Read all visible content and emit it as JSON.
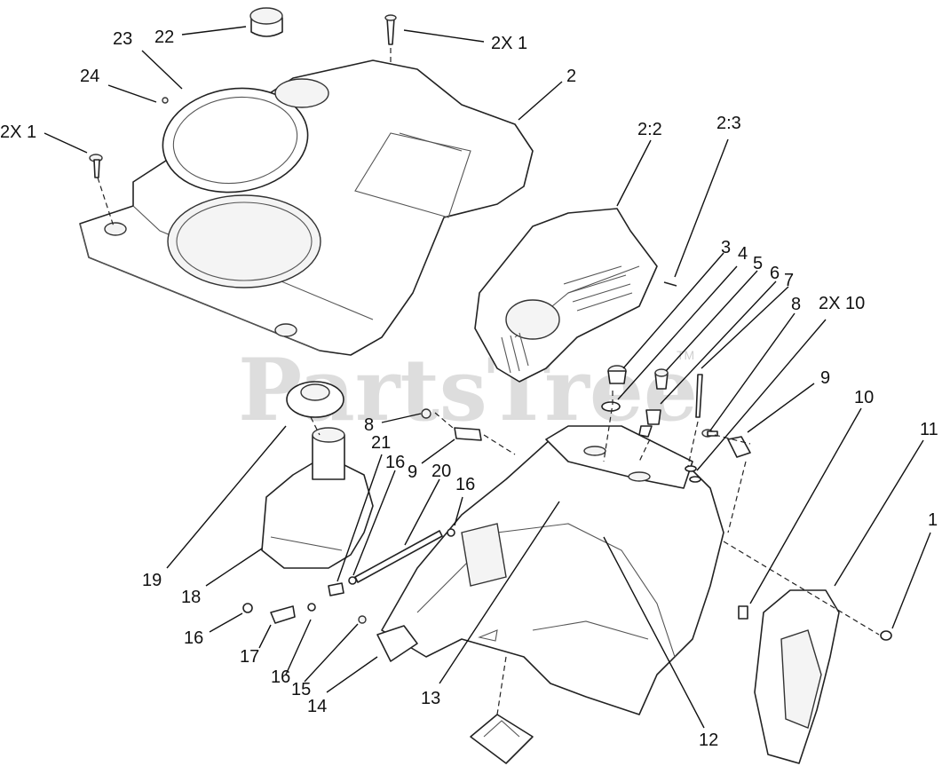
{
  "watermark": {
    "text": "PartsTree",
    "trademark": "TM"
  },
  "callouts": [
    {
      "id": "c-2x1-top",
      "text": "2X 1"
    },
    {
      "id": "c-22",
      "text": "22"
    },
    {
      "id": "c-23",
      "text": "23"
    },
    {
      "id": "c-24",
      "text": "24"
    },
    {
      "id": "c-2x1-left",
      "text": "2X 1"
    },
    {
      "id": "c-2",
      "text": "2"
    },
    {
      "id": "c-2-2",
      "text": "2:2"
    },
    {
      "id": "c-2-3",
      "text": "2:3"
    },
    {
      "id": "c-3",
      "text": "3"
    },
    {
      "id": "c-4",
      "text": "4"
    },
    {
      "id": "c-5",
      "text": "5"
    },
    {
      "id": "c-6",
      "text": "6"
    },
    {
      "id": "c-7",
      "text": "7"
    },
    {
      "id": "c-8-right",
      "text": "8"
    },
    {
      "id": "c-2x10",
      "text": "2X 10"
    },
    {
      "id": "c-9-right",
      "text": "9"
    },
    {
      "id": "c-10",
      "text": "10"
    },
    {
      "id": "c-11",
      "text": "11"
    },
    {
      "id": "c-1",
      "text": "1"
    },
    {
      "id": "c-8-left",
      "text": "8"
    },
    {
      "id": "c-21",
      "text": "21"
    },
    {
      "id": "c-16-a",
      "text": "16"
    },
    {
      "id": "c-9-left",
      "text": "9"
    },
    {
      "id": "c-20",
      "text": "20"
    },
    {
      "id": "c-16-b",
      "text": "16"
    },
    {
      "id": "c-19",
      "text": "19"
    },
    {
      "id": "c-18",
      "text": "18"
    },
    {
      "id": "c-16-c",
      "text": "16"
    },
    {
      "id": "c-17",
      "text": "17"
    },
    {
      "id": "c-16-d",
      "text": "16"
    },
    {
      "id": "c-15",
      "text": "15"
    },
    {
      "id": "c-14",
      "text": "14"
    },
    {
      "id": "c-13",
      "text": "13"
    },
    {
      "id": "c-12",
      "text": "12"
    }
  ]
}
